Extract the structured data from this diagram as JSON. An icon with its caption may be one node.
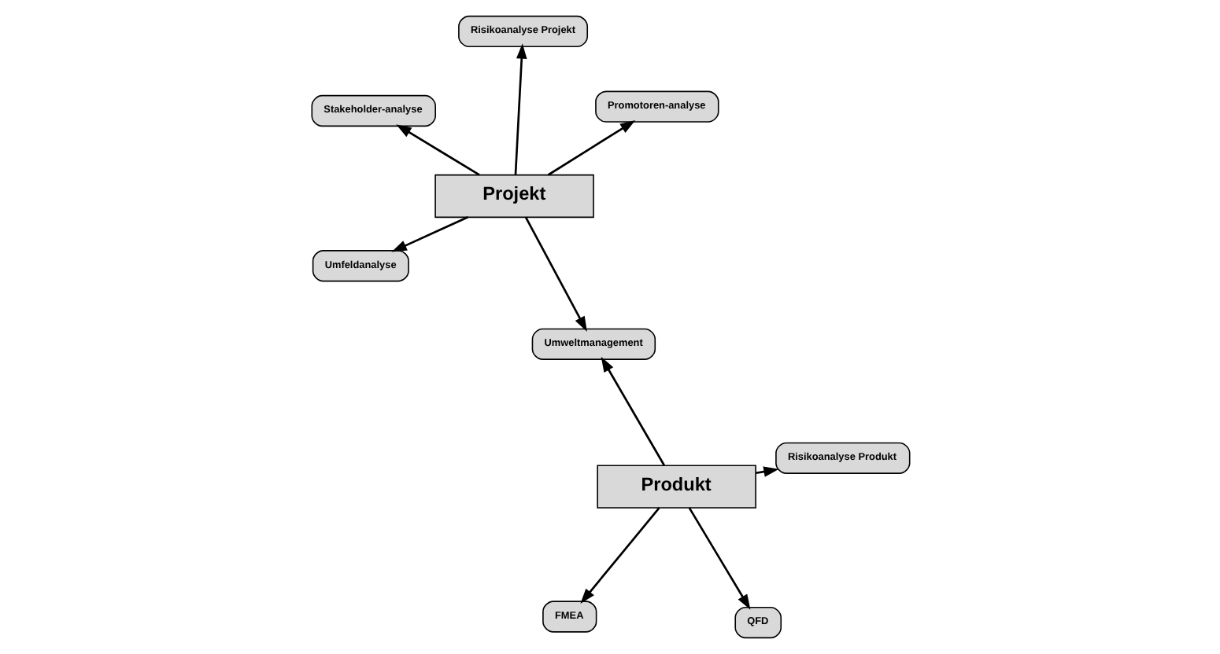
{
  "diagram": {
    "nodes": [
      {
        "text": [
          "Stakeholder-analyse"
        ]
      },
      {
        "text": [
          "Promotoren-analyse"
        ]
      },
      {
        "text": [
          "Umfeldanalyse"
        ]
      },
      {
        "text": [
          "Projekt"
        ]
      },
      {
        "text": [
          "Risikoanalyse Projekt"
        ]
      },
      {
        "text": [
          "Umweltmanagement"
        ]
      },
      {
        "text": [
          "Produkt"
        ]
      },
      {
        "text": [
          "Risikoanalyse Produkt"
        ]
      },
      {
        "text": [
          "QFD"
        ]
      },
      {
        "text": [
          "FMEA"
        ]
      }
    ],
    "edges": [
      {
        "from": 3,
        "to": 0,
        "arrow": "to"
      },
      {
        "from": 3,
        "to": 1,
        "arrow": "to"
      },
      {
        "from": 3,
        "to": 2,
        "arrow": "to"
      },
      {
        "from": 3,
        "to": 4,
        "arrow": "to"
      },
      {
        "from": 3,
        "to": 5,
        "arrow": "to"
      },
      {
        "from": 6,
        "to": 5,
        "arrow": "to"
      },
      {
        "from": 6,
        "to": 7,
        "arrow": "to"
      },
      {
        "from": 6,
        "to": 8,
        "arrow": "to"
      },
      {
        "from": 6,
        "to": 9,
        "arrow": "to"
      }
    ]
  }
}
